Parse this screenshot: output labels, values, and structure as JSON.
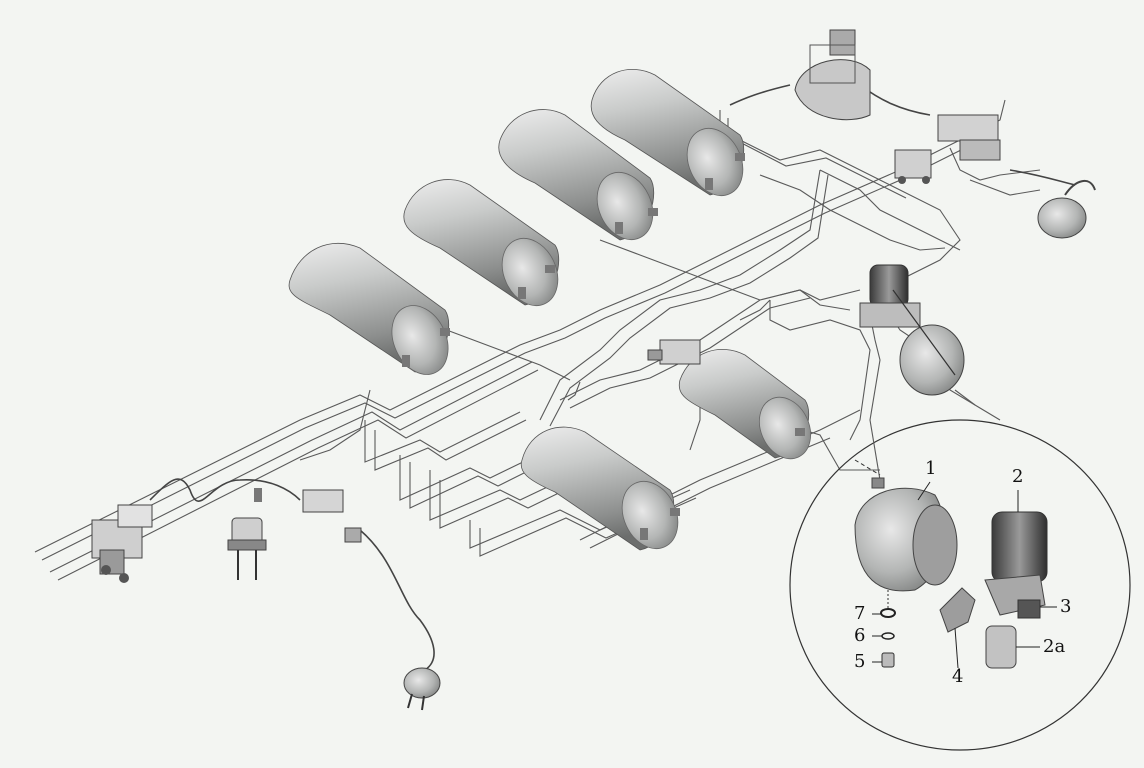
{
  "diagram": {
    "background_color": "#f3f5f2",
    "line_color": "#444444",
    "tank_color": "#c9cbca",
    "labels": [
      "1",
      "2",
      "2a",
      "3",
      "4",
      "5",
      "6",
      "7"
    ]
  }
}
